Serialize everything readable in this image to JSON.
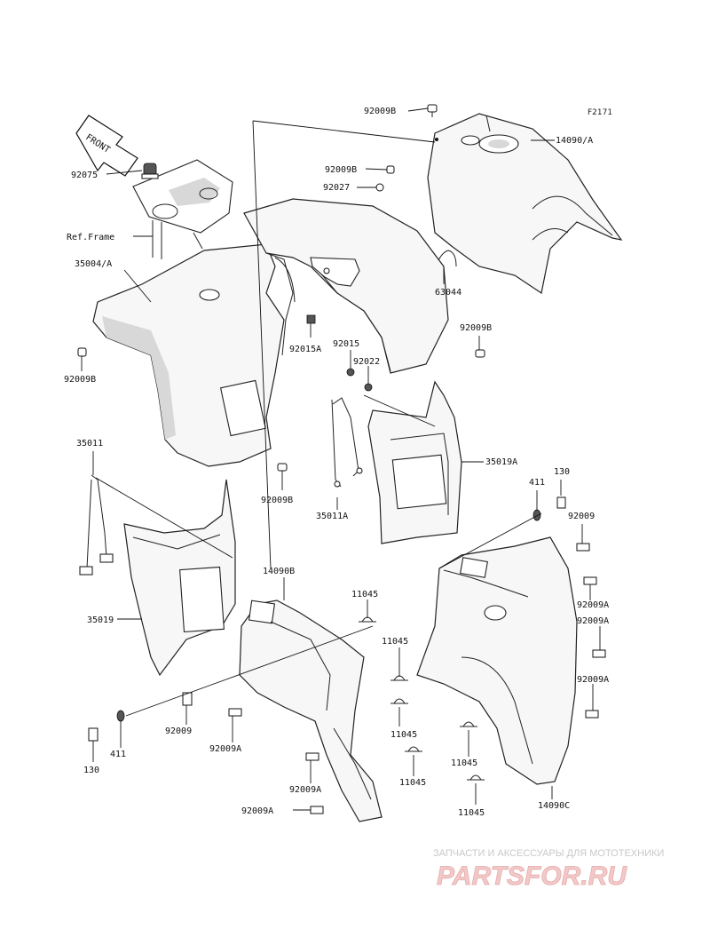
{
  "figure": {
    "id": "F2171"
  },
  "front_marker": {
    "text": "FRONT"
  },
  "callouts": [
    {
      "key": "92009B_top",
      "text": "92009B"
    },
    {
      "key": "14090A",
      "text": "14090/A"
    },
    {
      "key": "92075",
      "text": "92075"
    },
    {
      "key": "92009B_mid",
      "text": "92009B"
    },
    {
      "key": "92027",
      "text": "92027"
    },
    {
      "key": "ref_frame",
      "text": "Ref.Frame"
    },
    {
      "key": "35004A",
      "text": "35004/A"
    },
    {
      "key": "63044",
      "text": "63044"
    },
    {
      "key": "92009B_right",
      "text": "92009B"
    },
    {
      "key": "92015A",
      "text": "92015A"
    },
    {
      "key": "92015",
      "text": "92015"
    },
    {
      "key": "92022",
      "text": "92022"
    },
    {
      "key": "92009B_left",
      "text": "92009B"
    },
    {
      "key": "35011",
      "text": "35011"
    },
    {
      "key": "92009B_low",
      "text": "92009B"
    },
    {
      "key": "35019A",
      "text": "35019A"
    },
    {
      "key": "130_right",
      "text": "130"
    },
    {
      "key": "411_right",
      "text": "411"
    },
    {
      "key": "35011A",
      "text": "35011A"
    },
    {
      "key": "92009_right",
      "text": "92009"
    },
    {
      "key": "14090B",
      "text": "14090B"
    },
    {
      "key": "92009A_r1",
      "text": "92009A"
    },
    {
      "key": "11045_a",
      "text": "11045"
    },
    {
      "key": "92009A_r2",
      "text": "92009A"
    },
    {
      "key": "35019",
      "text": "35019"
    },
    {
      "key": "11045_b",
      "text": "11045"
    },
    {
      "key": "92009A_r3",
      "text": "92009A"
    },
    {
      "key": "92009_low",
      "text": "92009"
    },
    {
      "key": "11045_c",
      "text": "11045"
    },
    {
      "key": "92009A_low",
      "text": "92009A"
    },
    {
      "key": "411_left",
      "text": "411"
    },
    {
      "key": "11045_d",
      "text": "11045"
    },
    {
      "key": "130_left",
      "text": "130"
    },
    {
      "key": "11045_e",
      "text": "11045"
    },
    {
      "key": "92009A_bot",
      "text": "92009A"
    },
    {
      "key": "14090C",
      "text": "14090C"
    },
    {
      "key": "11045_f",
      "text": "11045"
    },
    {
      "key": "92009A_bottom",
      "text": "92009A"
    }
  ],
  "watermark": {
    "tagline": "ЗАПЧАСТИ И АКСЕССУАРЫ ДЛЯ МОТОТЕХНИКИ",
    "logo": "PARTSFOR.RU"
  }
}
